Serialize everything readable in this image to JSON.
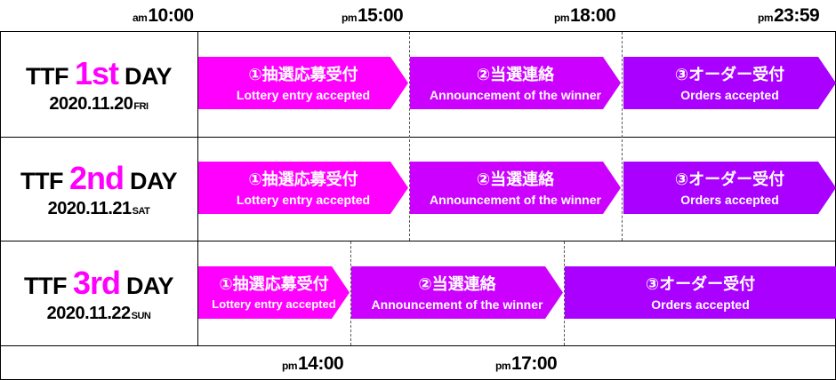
{
  "top_times": [
    {
      "ap": "am",
      "time": "10:00"
    },
    {
      "ap": "pm",
      "time": "15:00"
    },
    {
      "ap": "pm",
      "time": "18:00"
    },
    {
      "ap": "pm",
      "time": "23:59"
    }
  ],
  "bottom_times": [
    {
      "ap": "pm",
      "time": "14:00"
    },
    {
      "ap": "pm",
      "time": "17:00"
    }
  ],
  "days": [
    {
      "prefix": "TTF",
      "num": "1st",
      "suffix": "DAY",
      "date": "2020.11.20",
      "dow": "FRI"
    },
    {
      "prefix": "TTF",
      "num": "2nd",
      "suffix": "DAY",
      "date": "2020.11.21",
      "dow": "SAT"
    },
    {
      "prefix": "TTF",
      "num": "3rd",
      "suffix": "DAY",
      "date": "2020.11.22",
      "dow": "SUN"
    }
  ],
  "steps": [
    {
      "jp": "①抽選応募受付",
      "en": "Lottery entry accepted"
    },
    {
      "jp": "②当選連絡",
      "en": "Announcement of the winner"
    },
    {
      "jp": "③オーダー受付",
      "en": "Orders accepted"
    }
  ],
  "colors": {
    "step1": "#ff00ff",
    "step2": "#cc00ff",
    "step3": "#aa00ff",
    "accent": "#ff00ff"
  }
}
